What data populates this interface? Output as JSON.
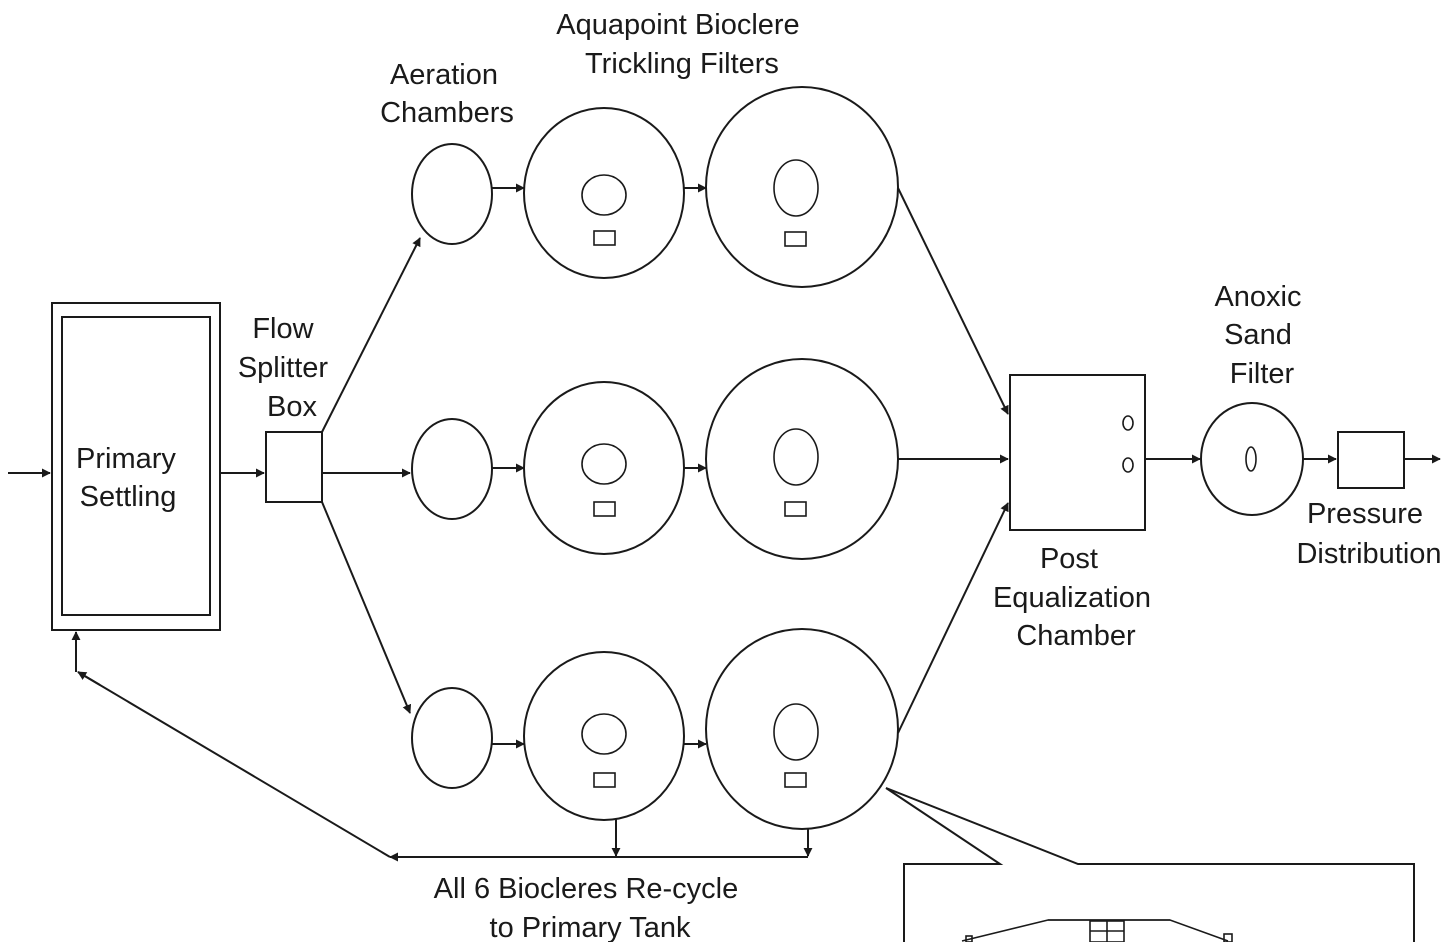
{
  "labels": {
    "aquapoint_line1": "Aquapoint Bioclere",
    "aquapoint_line2": "Trickling Filters",
    "aeration_line1": "Aeration",
    "aeration_line2": "Chambers",
    "flow_line1": "Flow",
    "flow_line2": "Splitter",
    "flow_line3": "Box",
    "primary_line1": "Primary",
    "primary_line2": "Settling",
    "anoxic_line1": "Anoxic",
    "anoxic_line2": "Sand",
    "anoxic_line3": "Filter",
    "post_line1": "Post",
    "post_line2": "Equalization",
    "post_line3": "Chamber",
    "pressure_line1": "Pressure",
    "pressure_line2": "Distribution",
    "recycle_line1": "All 6 Biocleres Re-cycle",
    "recycle_line2": "to Primary Tank"
  }
}
